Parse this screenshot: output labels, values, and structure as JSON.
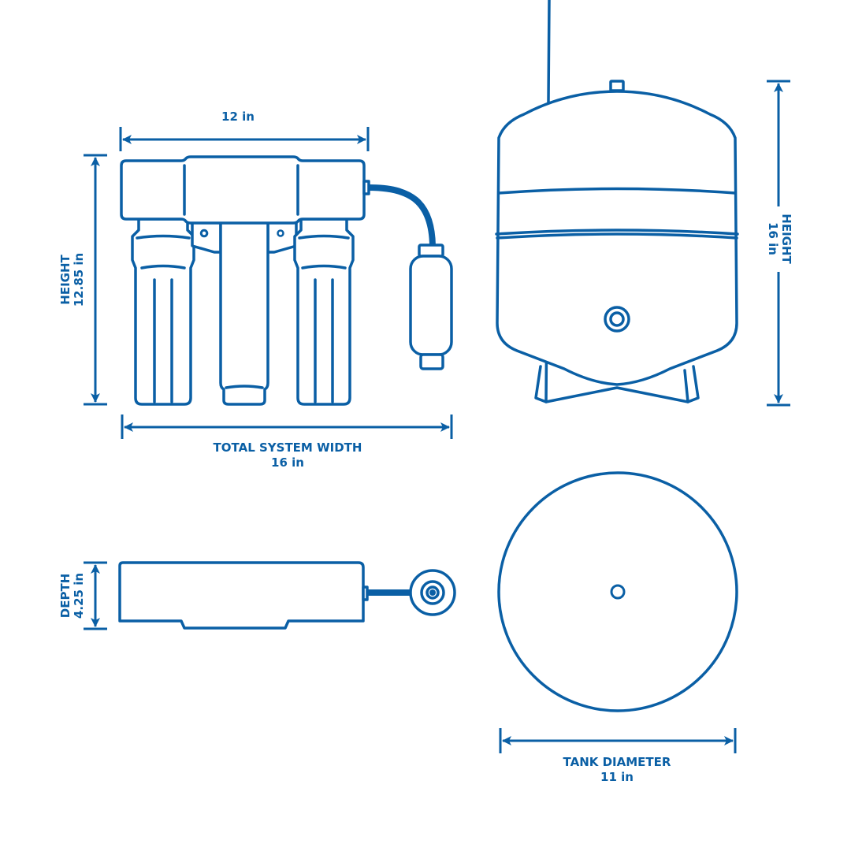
{
  "diagram": {
    "theme_color": "#0a5fa5",
    "background": "#ffffff",
    "views": {
      "front_system": {
        "name": "RO filter system front view",
        "components": [
          "manifold-head",
          "filter-housing-left",
          "filter-cartridge-center",
          "filter-housing-right",
          "tubing",
          "inline-filter",
          "mounting-keyholes"
        ]
      },
      "tank_side": {
        "name": "Storage tank side view",
        "components": [
          "tank-body",
          "tank-valve-stem",
          "tank-band",
          "tank-port",
          "tank-stand"
        ]
      },
      "system_top": {
        "name": "RO filter system top view",
        "components": [
          "manifold-top",
          "tubing",
          "inline-filter-end"
        ]
      },
      "tank_top": {
        "name": "Storage tank top view",
        "components": [
          "tank-outline-circle",
          "tank-center-port"
        ]
      }
    },
    "dimensions": {
      "manifold_width": {
        "value": "12 in"
      },
      "system_height": {
        "label": "HEIGHT",
        "value": "12.85 in"
      },
      "total_width": {
        "label": "TOTAL SYSTEM WIDTH",
        "value": "16 in"
      },
      "tank_height": {
        "label": "HEIGHT",
        "value": "16 in"
      },
      "depth": {
        "label": "DEPTH",
        "value": "4.25 in"
      },
      "tank_diameter": {
        "label": "TANK DIAMETER",
        "value": "11 in"
      }
    }
  }
}
